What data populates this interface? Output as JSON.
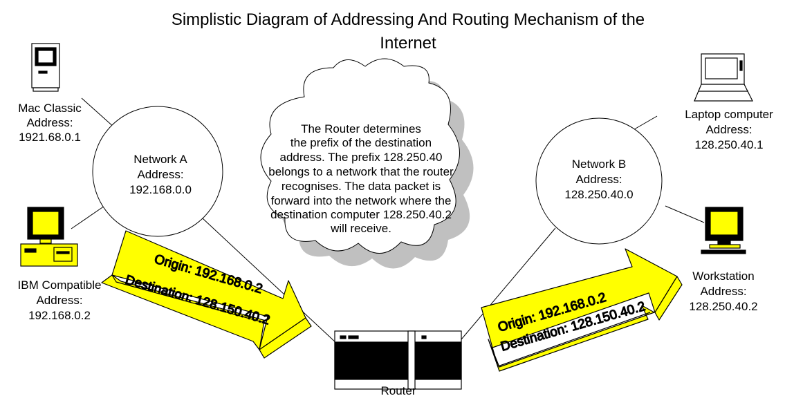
{
  "title_lines": [
    "Simplistic Diagram of Addressing And Routing Mechanism of the",
    "Internet"
  ],
  "cloud_text_lines": [
    "The Router determines",
    "the prefix of the destination",
    "address. The prefix 128.250.40",
    "belongs to a network that the router",
    "recognises. The data packet is",
    "forward into the network where the",
    "destination computer 128.250.40.2",
    "will receive."
  ],
  "networks": {
    "a": [
      "Network A",
      "Address:",
      "192.168.0.0"
    ],
    "b": [
      "Network B",
      "Address:",
      "128.250.40.0"
    ]
  },
  "devices": {
    "mac": [
      "Mac Classic",
      "Address:",
      "1921.68.0.1"
    ],
    "ibm": [
      "IBM Compatible",
      "Address:",
      "192.168.0.2"
    ],
    "laptop": [
      "Laptop computer",
      "Address:",
      "128.250.40.1"
    ],
    "workstation": [
      "Workstation",
      "Address:",
      "128.250.40.2"
    ],
    "router": "Router"
  },
  "packets": {
    "left": [
      "Origin: 192.168.0.2",
      "Destination: 128.150.40.2"
    ],
    "right": [
      "Origin: 192.168.0.2",
      "Destination: 128.150.40.2"
    ]
  },
  "colors": {
    "packet": "#ffff00",
    "monitor": "#ffff00",
    "shadow": "#c0c0c0",
    "line": "#000000"
  },
  "icons": {
    "mac": "mac-classic-icon",
    "ibm": "ibm-pc-icon",
    "laptop": "laptop-icon",
    "workstation": "workstation-icon",
    "router": "router-icon"
  }
}
